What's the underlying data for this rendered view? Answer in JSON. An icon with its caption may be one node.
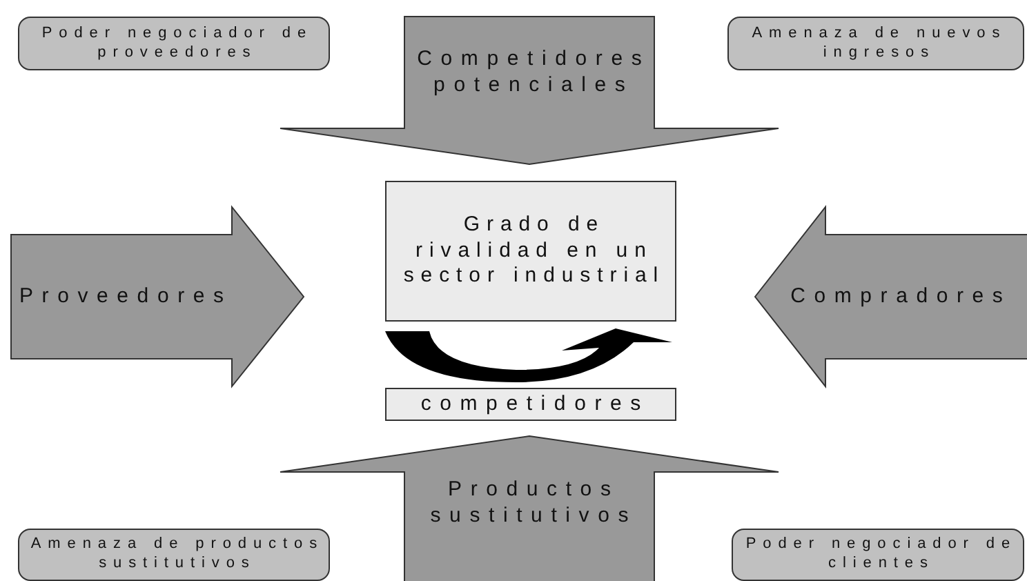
{
  "diagram": {
    "nodes": [
      {
        "text": [
          "Poder negociador de proveedores"
        ]
      },
      {
        "text": [
          "Competidores potenciales"
        ]
      },
      {
        "text": [
          "Amenaza de nuevos ingresos"
        ]
      },
      {
        "text": [
          "Proveedores"
        ]
      },
      {
        "text": [
          "Grado de rivalidad en un sector industrial"
        ]
      },
      {
        "text": [
          "Compradores"
        ]
      },
      {
        "text": [
          "competidores"
        ]
      },
      {
        "text": [
          "Amenaza de productos sustitutivos"
        ]
      },
      {
        "text": [
          "Productos sustitutivos"
        ]
      },
      {
        "text": [
          "Poder negociador de clientes"
        ]
      }
    ]
  }
}
